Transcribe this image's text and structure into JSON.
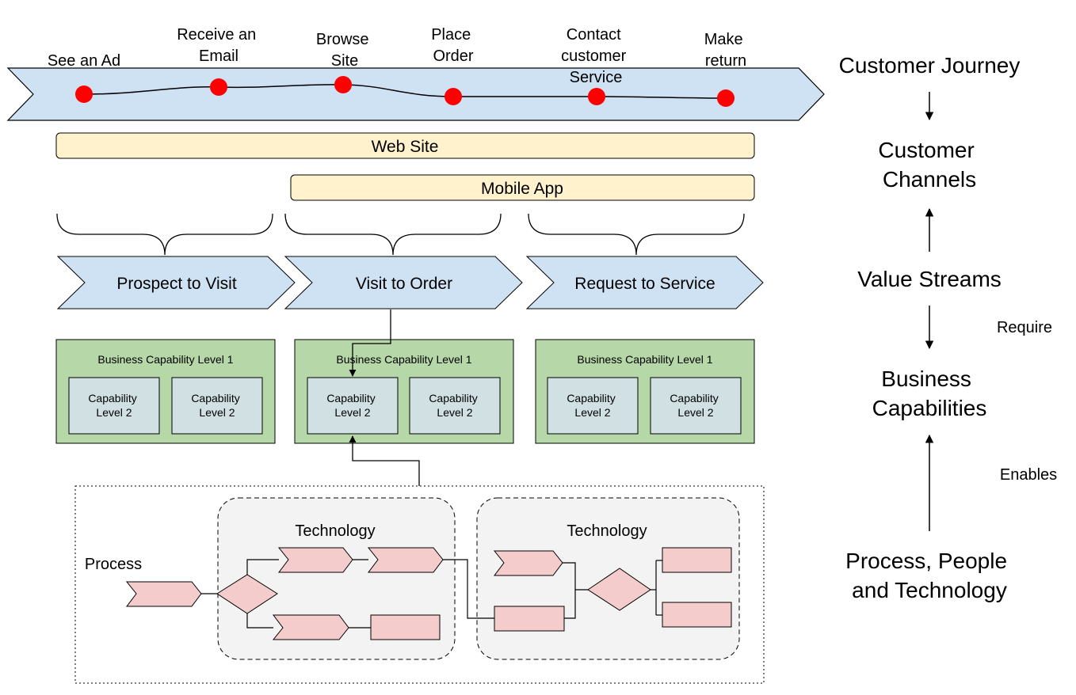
{
  "journey": {
    "steps": [
      {
        "lines": [
          "See an Ad"
        ]
      },
      {
        "lines": [
          "Receive an",
          "Email"
        ]
      },
      {
        "lines": [
          "Browse",
          "Site"
        ]
      },
      {
        "lines": [
          "Place",
          "Order"
        ]
      },
      {
        "lines": [
          "Contact",
          "customer",
          "Service"
        ]
      },
      {
        "lines": [
          "Make",
          "return"
        ]
      }
    ]
  },
  "channels": {
    "web": "Web Site",
    "mobile": "Mobile App"
  },
  "value_streams": [
    "Prospect to Visit",
    "Visit to Order",
    "Request to Service"
  ],
  "capabilities": [
    {
      "title": "Business Capability Level 1",
      "children": [
        [
          "Capability",
          "Level 2"
        ],
        [
          "Capability",
          "Level 2"
        ]
      ]
    },
    {
      "title": "Business Capability Level 1",
      "children": [
        [
          "Capability",
          "Level 2"
        ],
        [
          "Capability",
          "Level 2"
        ]
      ]
    },
    {
      "title": "Business Capability Level 1",
      "children": [
        [
          "Capability",
          "Level 2"
        ],
        [
          "Capability",
          "Level 2"
        ]
      ]
    }
  ],
  "process": {
    "label": "Process",
    "technology_groups": [
      "Technology",
      "Technology"
    ]
  },
  "layers": {
    "customer_journey": [
      "Customer Journey"
    ],
    "customer_channels": [
      "Customer",
      "Channels"
    ],
    "value_streams": [
      "Value Streams"
    ],
    "business_capabilities": [
      "Business",
      "Capabilities"
    ],
    "process_people_technology": [
      "Process, People",
      "and Technology"
    ]
  },
  "relations": {
    "require": "Require",
    "enables": "Enables"
  },
  "colors": {
    "journey_fill": "#cfe2f3",
    "channel_fill": "#fff2cc",
    "value_stream_fill": "#cfe2f3",
    "capability_l1_fill": "#b6d7a8",
    "capability_l2_fill": "#d0e0e3",
    "tech_group_fill": "#f3f3f3",
    "process_shape_fill": "#f4cccc",
    "dot_fill": "#ff0000"
  }
}
